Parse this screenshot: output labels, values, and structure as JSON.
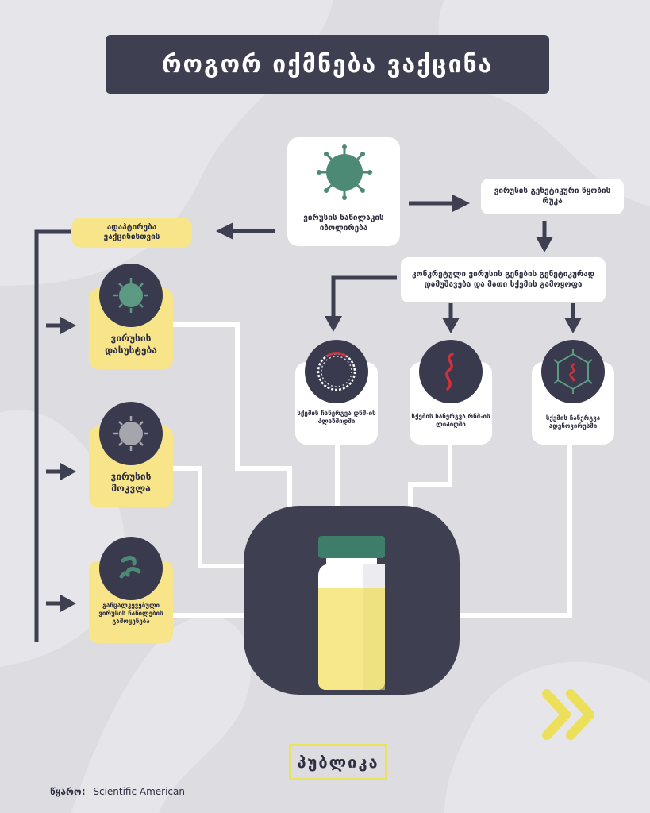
{
  "title": "როგორ იქმნება ვაქცინა",
  "nodes": {
    "isolation": "ვირუსის ნაწილაკის იზოლირება",
    "genetic_map": "ვირუსის გენეტიკური წყობის რუკა",
    "adaptation": "ადაპტირება ვაქცინისთვის",
    "processing": "კონკრეტული ვირუსის გენების გენეტიკურად დამუშავება და მათი სქემის გამოყოფა",
    "weakening": "ვირუსის დასუსტება",
    "killing": "ვირუსის მოკვლა",
    "fragments": "განცალკევებული ვირუსის ნაწილების გამოყენება",
    "dna_plasmid": "სქემის ჩანერგვა დნმ-ის პლაზმიდში",
    "rna_lipid": "სქემის ჩანერგვა რნმ-ის ლიპიდში",
    "adenovirus": "სქემის ჩანერგვა ადენოვირუსში"
  },
  "brand": "პუბლიკა",
  "source_label": "წყარო:",
  "source_value": "Scientific American",
  "colors": {
    "dark": "#3f3f52",
    "yellow": "#f8e58a",
    "teal": "#4d8a75",
    "red": "#d2303a",
    "vial_cap": "#3f7d6b",
    "vial_liquid": "#f7e88a"
  },
  "icons": [
    "virus-icon",
    "dna-plasmid-icon",
    "rna-strand-icon",
    "adenovirus-icon",
    "vaccine-vial-icon",
    "fast-forward-icon"
  ]
}
